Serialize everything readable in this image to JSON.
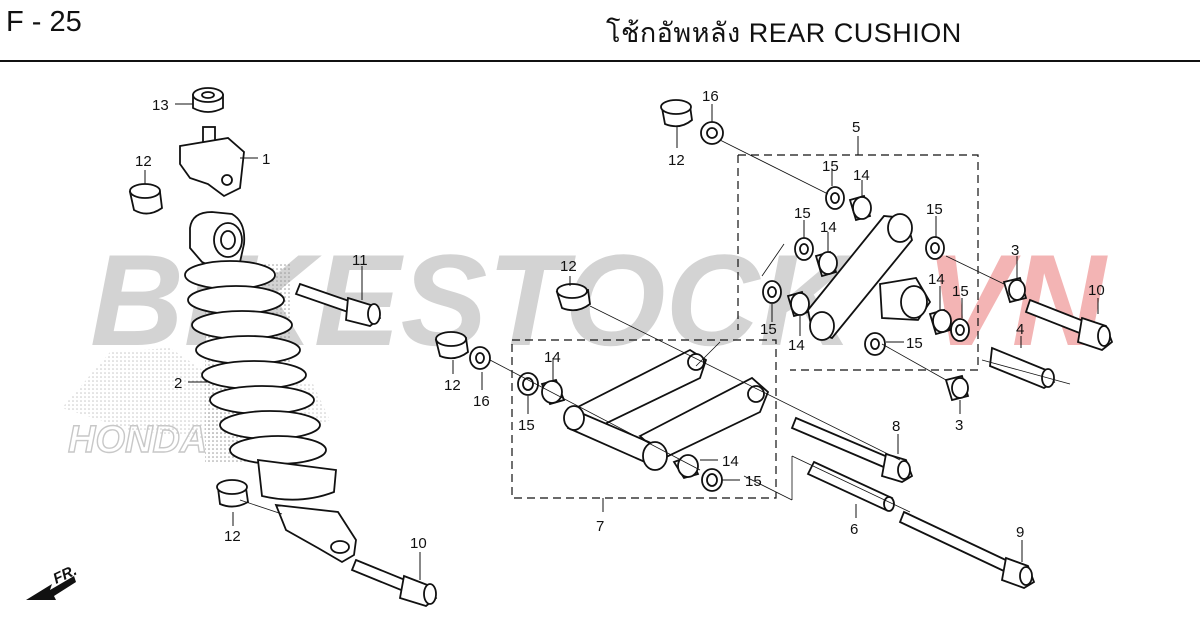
{
  "header": {
    "page_code": "F - 25",
    "title": "โช้กอัพหลัง  REAR CUSHION"
  },
  "watermark": {
    "part1": "BIKESTOCK",
    "part2": "VN",
    "brand": "HONDA"
  },
  "orientation": {
    "label": "FR."
  },
  "callouts": {
    "c1": "1",
    "c2": "2",
    "c3a": "3",
    "c3b": "3",
    "c4": "4",
    "c5": "5",
    "c6": "6",
    "c7": "7",
    "c8": "8",
    "c9": "9",
    "c10a": "10",
    "c10b": "10",
    "c11": "11",
    "c12a": "12",
    "c12b": "12",
    "c12c": "12",
    "c12d": "12",
    "c12e": "12",
    "c13": "13",
    "c14a": "14",
    "c14b": "14",
    "c14c": "14",
    "c14d": "14",
    "c14e": "14",
    "c14f": "14",
    "c15a": "15",
    "c15b": "15",
    "c15c": "15",
    "c15d": "15",
    "c15e": "15",
    "c15f": "15",
    "c15g": "15",
    "c15h": "15",
    "c16a": "16",
    "c16b": "16"
  },
  "colors": {
    "line": "#111111",
    "watermark_gray": "#d3d3d3",
    "watermark_red": "#f3b4b4"
  }
}
